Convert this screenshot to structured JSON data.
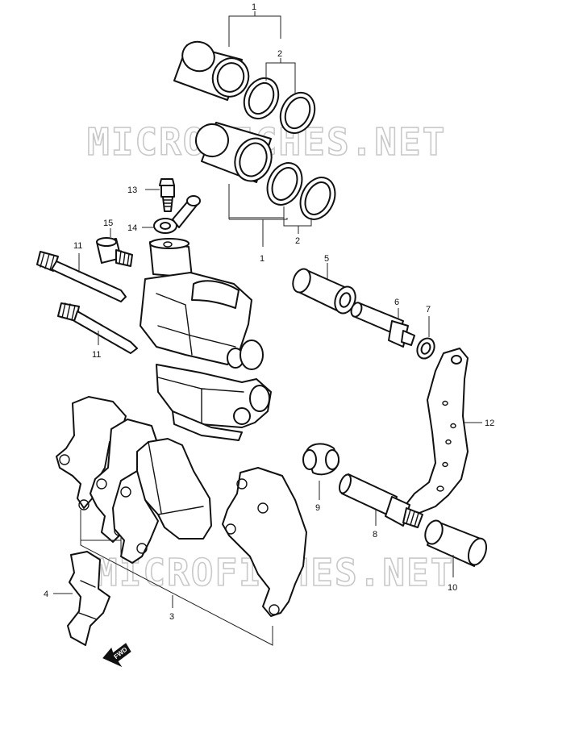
{
  "diagram": {
    "watermark_top": "MICROFICHES.NET",
    "watermark_bottom": "MICROFICHES.NET",
    "fwd_label": "FWD",
    "callouts": {
      "c1_top": "1",
      "c2_top": "2",
      "c2_bottom": "2",
      "c1_bottom": "1",
      "c13": "13",
      "c14": "14",
      "c15": "15",
      "c11_top": "11",
      "c11_bottom": "11",
      "c5": "5",
      "c6": "6",
      "c7": "7",
      "c12": "12",
      "c9": "9",
      "c8": "8",
      "c10": "10",
      "c4": "4",
      "c3": "3"
    }
  }
}
